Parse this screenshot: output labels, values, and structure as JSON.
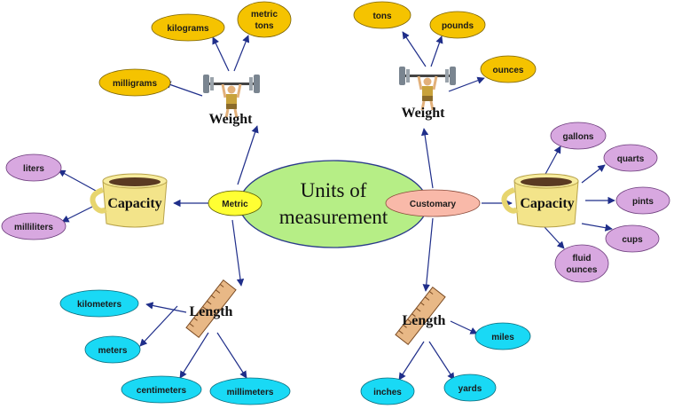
{
  "center": {
    "line1": "Units of",
    "line2": "measurement"
  },
  "metric_label": "Metric",
  "customary_label": "Customary",
  "metric": {
    "weight": {
      "label": "Weight",
      "items": [
        "kilograms",
        "metric",
        "tons",
        "milligrams"
      ]
    },
    "capacity": {
      "label": "Capacity",
      "items": [
        "liters",
        "milliliters"
      ]
    },
    "length": {
      "label": "Length",
      "items": [
        "kilometers",
        "meters",
        "centimeters",
        "millimeters"
      ]
    }
  },
  "customary": {
    "weight": {
      "label": "Weight",
      "items": [
        "tons",
        "pounds",
        "ounces"
      ]
    },
    "capacity": {
      "label": "Capacity",
      "items": [
        "gallons",
        "quarts",
        "pints",
        "cups",
        "fluid",
        "ounces"
      ]
    },
    "length": {
      "label": "Length",
      "items": [
        "miles",
        "inches",
        "yards"
      ]
    }
  },
  "colors": {
    "weight_bubble": "#f5c300",
    "capacity_bubble": "#d8a8e0",
    "length_bubble": "#19d9f5",
    "center": "#b6ee86",
    "metric_bubble": "#ffff33",
    "customary_bubble": "#f9b9a9",
    "line": "#1f2e8a"
  }
}
